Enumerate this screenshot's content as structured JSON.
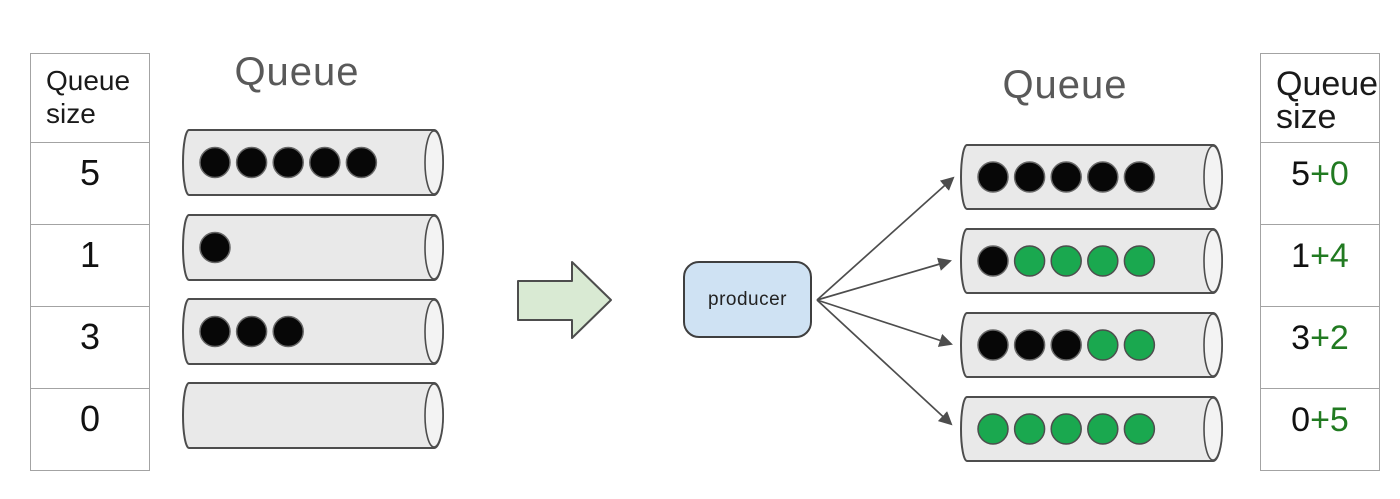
{
  "titles": {
    "left": "Queue",
    "right": "Queue"
  },
  "left_table": {
    "header": "Queue size",
    "rows": [
      "5",
      "1",
      "3",
      "0"
    ]
  },
  "right_table": {
    "header": "Queue size",
    "rows": [
      {
        "base": "5",
        "added": "+0"
      },
      {
        "base": "1",
        "added": "+4"
      },
      {
        "base": "3",
        "added": "+2"
      },
      {
        "base": "0",
        "added": "+5"
      }
    ]
  },
  "producer": {
    "label": "producer"
  },
  "queues": {
    "left": [
      {
        "black": 5,
        "green": 0
      },
      {
        "black": 1,
        "green": 0
      },
      {
        "black": 3,
        "green": 0
      },
      {
        "black": 0,
        "green": 0
      }
    ],
    "right": [
      {
        "black": 5,
        "green": 0
      },
      {
        "black": 1,
        "green": 4
      },
      {
        "black": 3,
        "green": 2
      },
      {
        "black": 0,
        "green": 5
      }
    ]
  },
  "icons": {
    "block_arrow": "right-block-arrow",
    "fan_arrows": "producer-to-queue-arrow"
  },
  "colors": {
    "dot_black": "#070707",
    "dot_green": "#1aa84f",
    "cylinder_fill": "#e9e9e9",
    "cylinder_cap_fill": "#f3f3f3",
    "outline": "#4d4d4d",
    "block_arrow_fill": "#d9ead3",
    "producer_fill": "#cfe2f3",
    "green_text": "#217a21",
    "title_gray": "#595959",
    "table_border": "#a3a3a3"
  }
}
